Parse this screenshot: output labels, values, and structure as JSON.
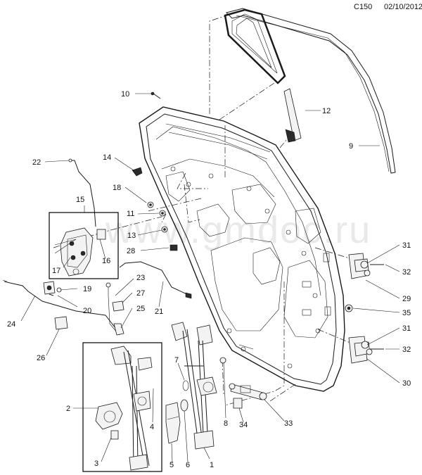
{
  "header": {
    "code": "C150",
    "date": "02/10/2012"
  },
  "watermark": "www.gmdoc.ru",
  "callouts": [
    "1",
    "2",
    "3",
    "4",
    "5",
    "6",
    "7",
    "8",
    "9",
    "10",
    "11",
    "12",
    "13",
    "14",
    "15",
    "16",
    "17",
    "18",
    "19",
    "20",
    "21",
    "22",
    "23",
    "24",
    "25",
    "26",
    "27",
    "28",
    "29",
    "30",
    "31",
    "31",
    "32",
    "32",
    "33",
    "34",
    "35"
  ]
}
